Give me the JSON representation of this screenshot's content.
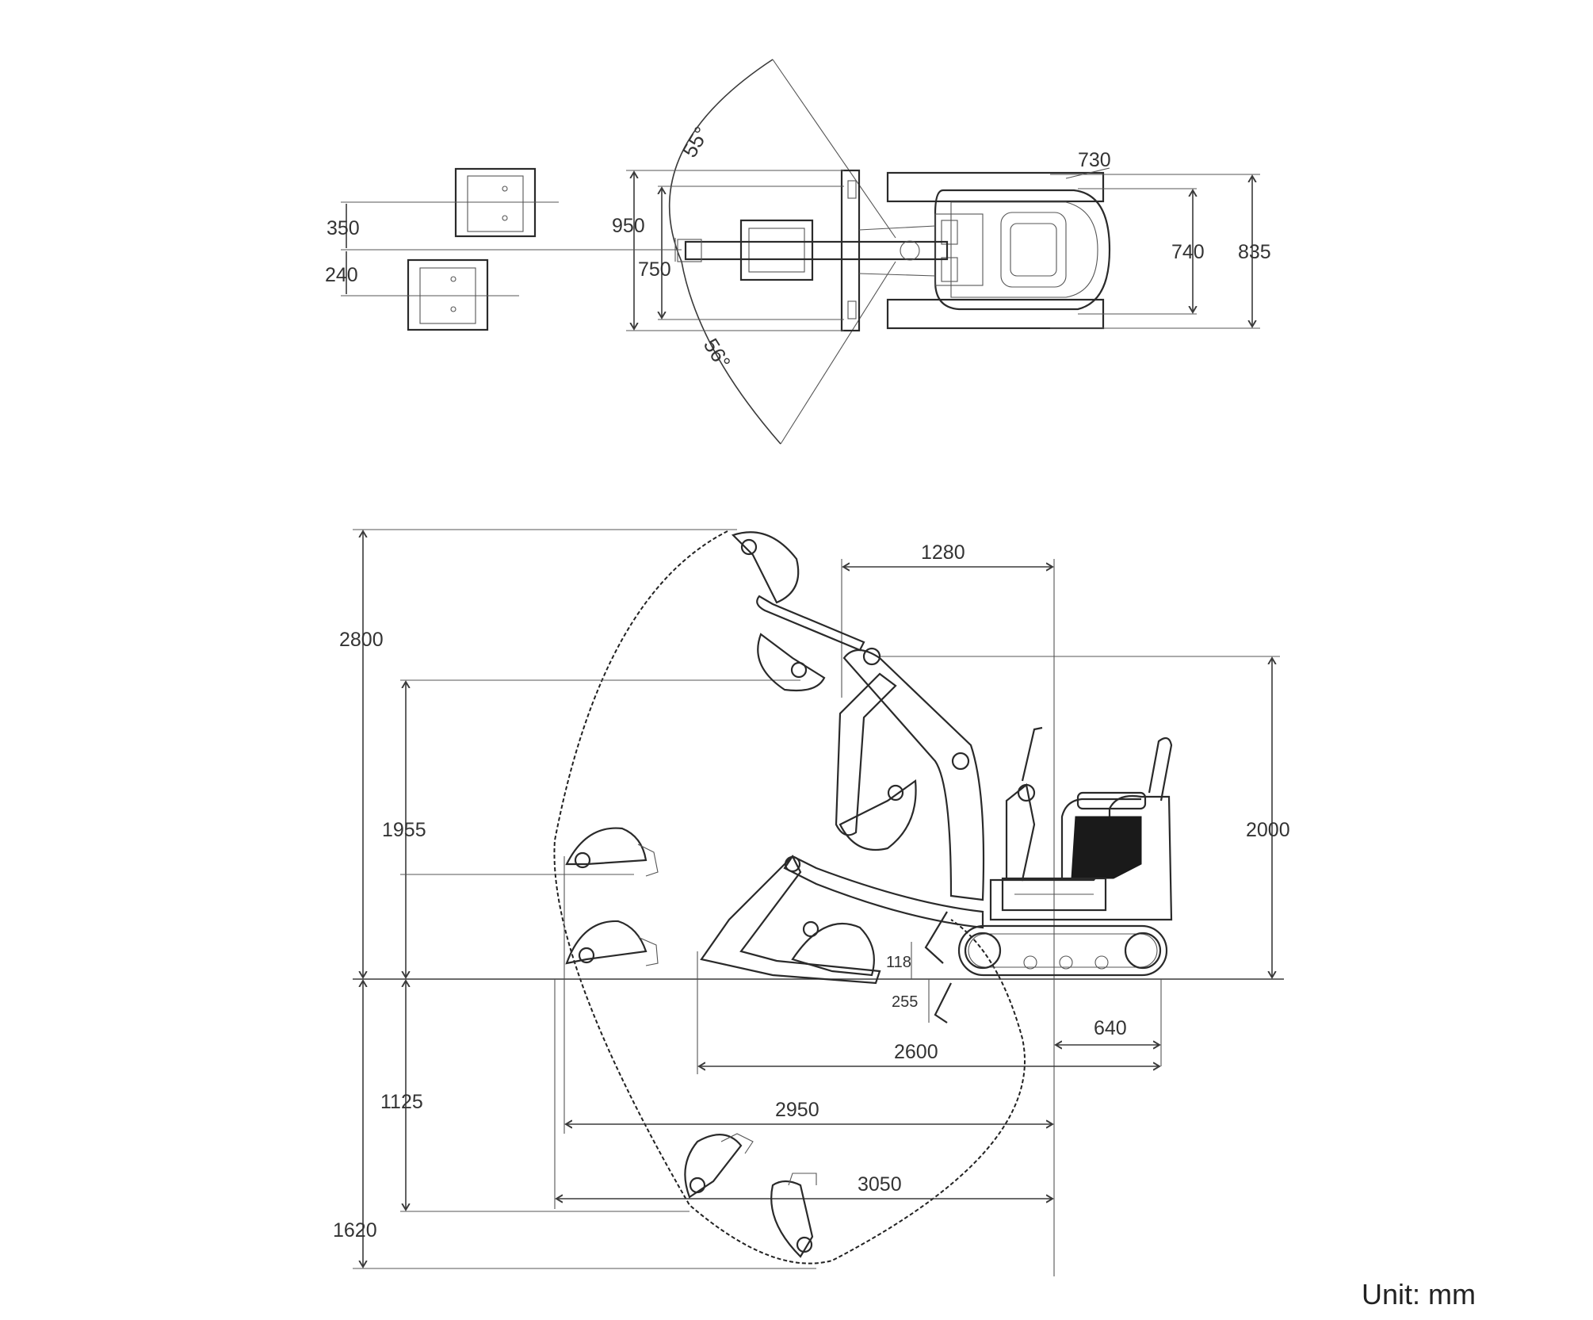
{
  "top_view": {
    "angle_upper": "55°",
    "angle_lower": "56°",
    "dims": {
      "d730": "730",
      "d950": "950",
      "d750": "750",
      "d740": "740",
      "d835": "835",
      "d350": "350",
      "d240": "240"
    }
  },
  "side_view": {
    "dims": {
      "d2800": "2800",
      "d1955": "1955",
      "d1125": "1125",
      "d1620": "1620",
      "d1280": "1280",
      "d2000": "2000",
      "d118": "118",
      "d255": "255",
      "d640": "640",
      "d2600": "2600",
      "d2950": "2950",
      "d3050": "3050"
    }
  },
  "unit_label": "Unit: mm",
  "colors": {
    "line": "#3a3a3a",
    "text": "#333333",
    "background": "#ffffff"
  }
}
